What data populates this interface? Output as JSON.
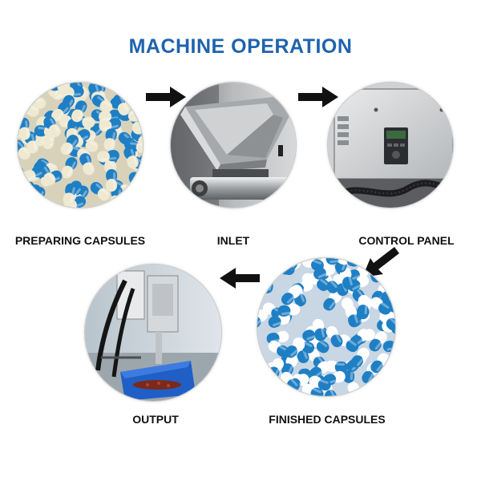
{
  "title": "MACHINE OPERATION",
  "colors": {
    "title": "#1f63ad",
    "capsule_blue": "#1f7fc4",
    "capsule_cream": "#efe9d2",
    "bin_blue": "#2a6fd0"
  },
  "steps": [
    {
      "label": "PREPARING CAPSULES",
      "image": "cream-blue-capsules"
    },
    {
      "label": "INLET",
      "image": "steel-hopper"
    },
    {
      "label": "CONTROL PANEL",
      "image": "machine-control-panel"
    },
    {
      "label": "OUTPUT",
      "image": "output-chute-blue-bin"
    },
    {
      "label": "FINISHED CAPSULES",
      "image": "blue-white-capsules"
    }
  ],
  "arrows": [
    "arrow-right-icon",
    "arrow-right-icon",
    "arrow-down-left-icon",
    "arrow-left-icon"
  ]
}
